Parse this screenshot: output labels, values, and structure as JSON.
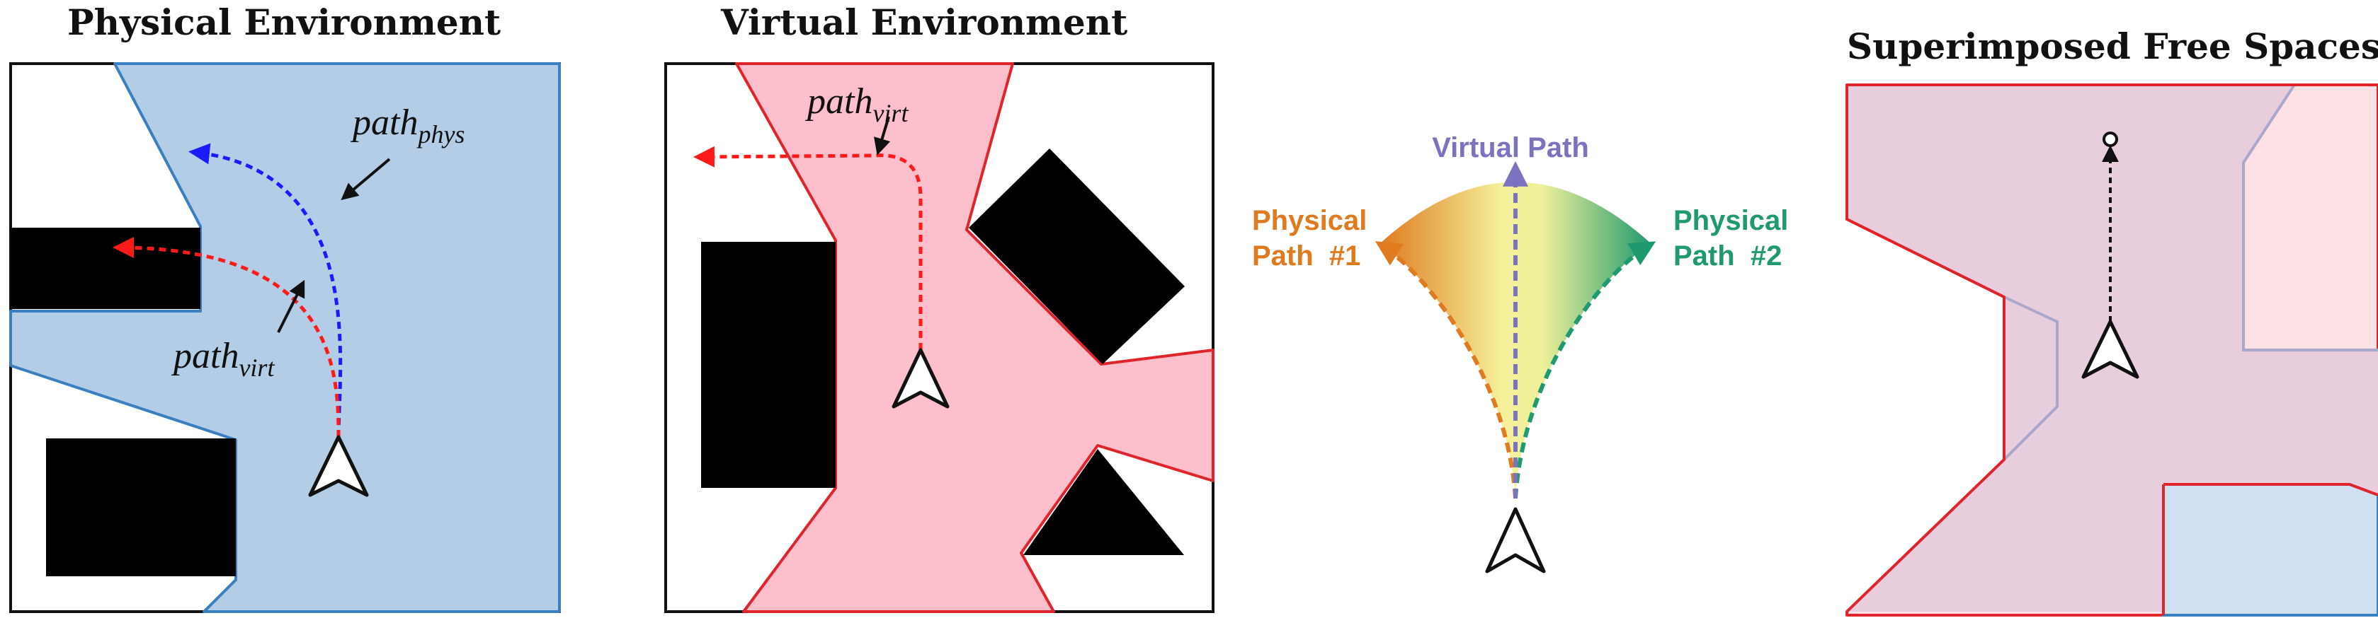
{
  "panels": {
    "physical": {
      "title": "Physical Environment",
      "path_phys_base": "path",
      "path_phys_sub": "phys",
      "path_virt_base": "path",
      "path_virt_sub": "virt"
    },
    "virtual": {
      "title": "Virtual Environment",
      "path_virt_base": "path",
      "path_virt_sub": "virt"
    },
    "paths": {
      "virtual_path_label": "Virtual Path",
      "physical_path_1_line1": "Physical",
      "physical_path_1_line2": "Path  #1",
      "physical_path_2_line1": "Physical",
      "physical_path_2_line2": "Path  #2"
    },
    "superimposed": {
      "title": "Superimposed Free Spaces"
    }
  },
  "colors": {
    "physical_fill": "#b3cde6",
    "physical_stroke": "#3a7fc1",
    "virtual_fill": "#fdbfcb",
    "virtual_stroke": "#e0242b",
    "overlap_fill": "#e8cddd",
    "overlap_border": "#a9a8cc",
    "phys_path": "#1a1aff",
    "virt_path": "#ff1a1a",
    "orange": "#e07a1f",
    "green": "#1f9a6e",
    "purple": "#7b72c0",
    "yellow": "#f3f29a"
  }
}
